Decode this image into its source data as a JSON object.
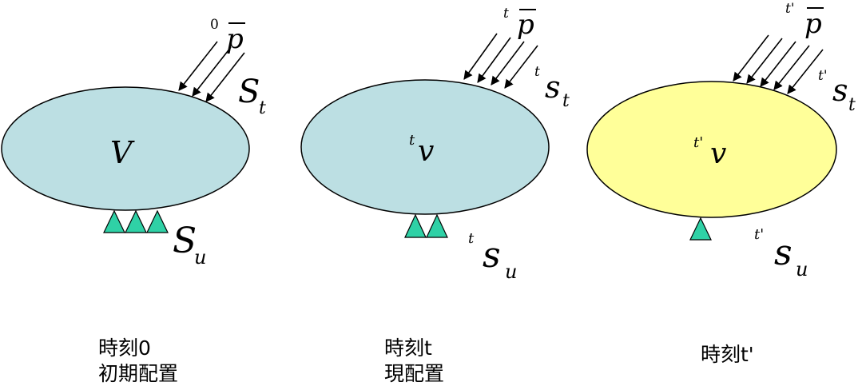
{
  "colors": {
    "reference_fill": "#bcdfe3",
    "current_fill": "#bcdfe3",
    "next_fill": "#ffff99",
    "support_fill": "#2fd1a6",
    "stroke": "#000000"
  },
  "states": [
    {
      "id": "initial",
      "caption_line1": "時刻0",
      "caption_line2": "初期配置",
      "load_pre": "0",
      "load_symbol": "p",
      "traction_symbol": "S",
      "traction_sub": "t",
      "body_pre": "",
      "body_symbol": "V",
      "support_symbol": "S",
      "support_sub": "u",
      "support_count": 3
    },
    {
      "id": "current",
      "caption_line1": "時刻t",
      "caption_line2": "現配置",
      "load_pre": "t",
      "load_symbol": "p",
      "traction_pre": "t",
      "traction_symbol": "s",
      "traction_sub": "t",
      "body_pre": "t",
      "body_symbol": "v",
      "support_pre": "t",
      "support_symbol": "s",
      "support_sub": "u",
      "support_count": 2
    },
    {
      "id": "next",
      "caption_line1": "時刻t'",
      "caption_line2": "",
      "load_pre": "t'",
      "load_symbol": "p",
      "traction_pre": "t'",
      "traction_symbol": "s",
      "traction_sub": "t",
      "body_pre": "t'",
      "body_symbol": "v",
      "support_pre": "t'",
      "support_symbol": "s",
      "support_sub": "u",
      "support_count": 1
    }
  ]
}
